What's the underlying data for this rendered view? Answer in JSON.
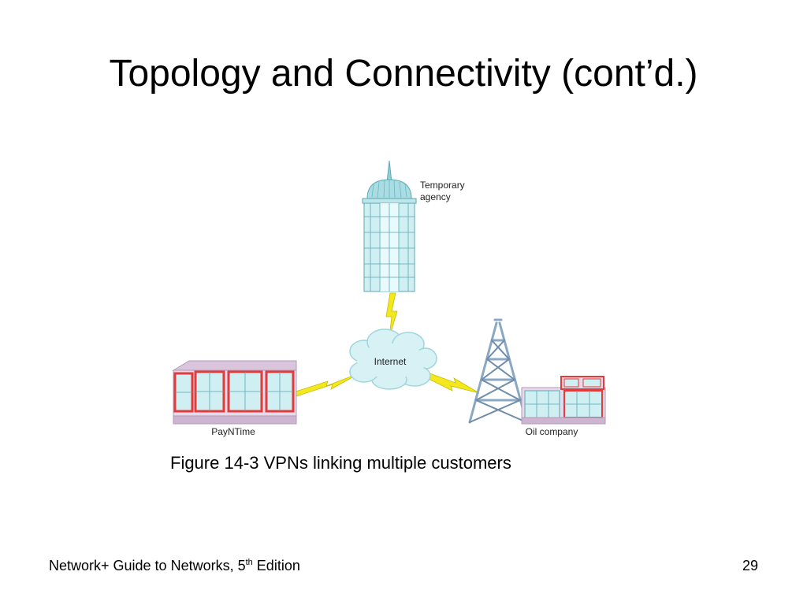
{
  "slide": {
    "title": "Topology and Connectivity (cont’d.)",
    "caption": "Figure 14-3 VPNs linking multiple customers",
    "footer": {
      "text": "Network+ Guide to Networks, 5",
      "superscript": "th",
      "text_after": " Edition"
    },
    "page_number": "29"
  },
  "diagram": {
    "nodes": {
      "temporary_agency": {
        "line1": "Temporary",
        "line2": "agency"
      },
      "internet": "Internet",
      "payntime": "PayNTime",
      "oil_company": "Oil company"
    },
    "colors": {
      "glass": "#cfeff2",
      "glass_dark": "#8fd2d8",
      "red_frame": "#e23b3b",
      "wall_lavender": "#d9c6dc",
      "tower_blue": "#8aa8c4",
      "lightning": "#f3e81d",
      "cloud": "#d8f1f4"
    }
  }
}
